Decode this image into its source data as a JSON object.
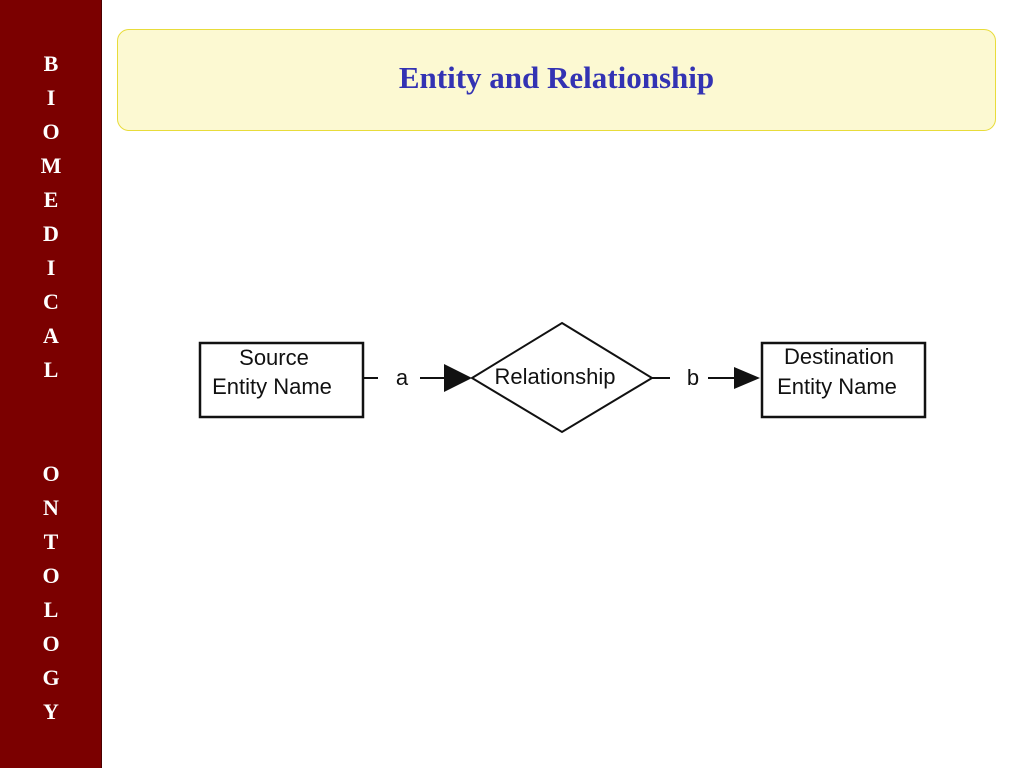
{
  "sidebar": {
    "word1_letters": [
      "B",
      "I",
      "O",
      "M",
      "E",
      "D",
      "I",
      "C",
      "A",
      "L"
    ],
    "word2_letters": [
      "O",
      "N",
      "T",
      "O",
      "L",
      "O",
      "G",
      "Y"
    ],
    "background_color": "#7b0000",
    "text_color": "#ffffff"
  },
  "header": {
    "title": "Entity and Relationship",
    "title_color": "#3333b3",
    "box_color": "#fcf9d2"
  },
  "diagram": {
    "source_entity": {
      "line1": "Source",
      "line2": "Entity Name"
    },
    "relationship": {
      "label": "Relationship"
    },
    "destination_entity": {
      "line1": "Destination",
      "line2": "Entity Name"
    },
    "edge_a_label": "a",
    "edge_b_label": "b"
  }
}
